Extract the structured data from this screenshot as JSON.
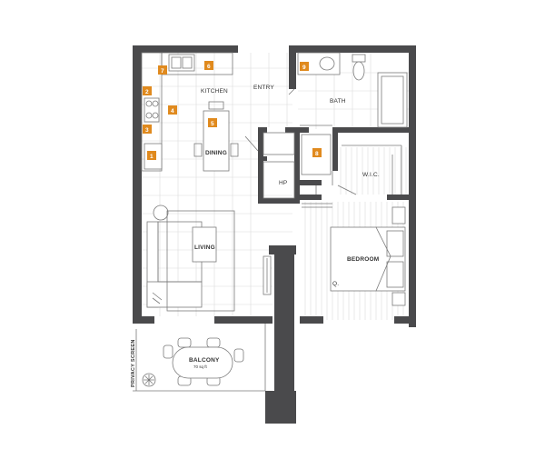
{
  "rooms": {
    "kitchen": "KITCHEN",
    "entry": "ENTRY",
    "bath": "BATH",
    "dining": "DINING",
    "hp": "HP",
    "wic": "W.I.C.",
    "living": "LIVING",
    "bedroom": "BEDROOM",
    "bed_size": "Q.",
    "balcony": "BALCONY",
    "balcony_area": "70 sq ft",
    "privacy_screen": "PRIVACY SCREEN"
  },
  "badges": {
    "b1": "1",
    "b2": "2",
    "b3": "3",
    "b4": "4",
    "b5": "5",
    "b6": "6",
    "b7": "7",
    "b8": "8",
    "b9": "9"
  },
  "colors": {
    "wall": "#4a4a4c",
    "badge": "#e08a1e",
    "background": "#ffffff"
  }
}
